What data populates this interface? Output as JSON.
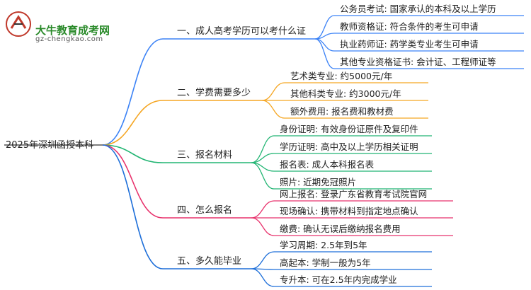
{
  "logo": {
    "name": "大牛教育成考网",
    "url": "gz-chengkao.com"
  },
  "root": "2025年深圳函授本科",
  "branches": [
    {
      "label": "一、成人高考学历可以考什么证",
      "color": "#3b82f6",
      "leaves": [
        "公务员考试: 国家承认的本科及以上学历",
        "教师资格证: 符合条件的考生可申请",
        "执业药师证: 药学类专业考生可申请",
        "其他专业资格证书: 会计证、工程师证等"
      ]
    },
    {
      "label": "二、学费需要多少",
      "color": "#f5a623",
      "leaves": [
        "艺术类专业: 约5000元/年",
        "其他科类专业: 约3000元/年",
        "额外费用: 报名费和教材费"
      ]
    },
    {
      "label": "三、报名材料",
      "color": "#22b573",
      "leaves": [
        "身份证明: 有效身份证原件及复印件",
        "学历证明: 高中及以上学历相关证明",
        "报名表: 成人本科报名表",
        "照片: 近期免冠照片"
      ]
    },
    {
      "label": "四、怎么报名",
      "color": "#e8336d",
      "leaves": [
        "网上报名: 登录广东省教育考试院官网",
        "现场确认: 携带材料到指定地点确认",
        "缴费: 确认无误后缴纳报名费用"
      ]
    },
    {
      "label": "五、多久能毕业",
      "color": "#1e6fd9",
      "leaves": [
        "学习周期: 2.5年到5年",
        "高起本: 学制一般为5年",
        "专升本: 可在2.5年内完成学业"
      ]
    }
  ]
}
